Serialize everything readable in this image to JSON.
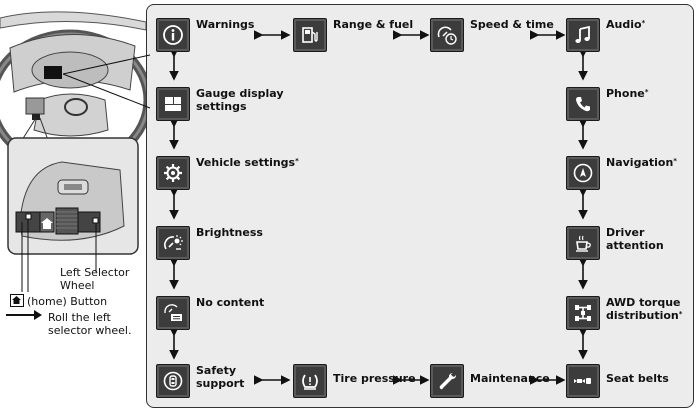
{
  "nodes": {
    "warnings": {
      "label": "Warnings",
      "icon": "info-icon"
    },
    "range_fuel": {
      "label": "Range & fuel",
      "icon": "fuel-pump-icon"
    },
    "speed_time": {
      "label": "Speed & time",
      "icon": "speedometer-clock-icon"
    },
    "audio": {
      "label": "Audio",
      "sup": "*",
      "icon": "music-note-icon"
    },
    "gauge_display": {
      "label1": "Gauge display",
      "label2": "settings",
      "icon": "gauge-layout-icon"
    },
    "phone": {
      "label": "Phone",
      "sup": "*",
      "icon": "phone-icon"
    },
    "vehicle_settings": {
      "label": "Vehicle settings",
      "sup": "*",
      "icon": "gear-icon"
    },
    "navigation": {
      "label": "Navigation",
      "sup": "*",
      "icon": "compass-icon"
    },
    "brightness": {
      "label": "Brightness",
      "icon": "brightness-icon"
    },
    "driver_attention": {
      "label1": "Driver",
      "label2": "attention",
      "icon": "coffee-cup-icon"
    },
    "no_content": {
      "label": "No content",
      "icon": "no-content-icon"
    },
    "awd_torque": {
      "label1": "AWD torque",
      "label2": "distribution",
      "sup": "*",
      "icon": "awd-drivetrain-icon"
    },
    "safety_support": {
      "label1": "Safety",
      "label2": "support",
      "icon": "safety-car-icon"
    },
    "tire_pressure": {
      "label": "Tire pressure",
      "icon": "tire-pressure-icon"
    },
    "maintenance": {
      "label": "Maintenance",
      "icon": "wrench-icon"
    },
    "seat_belts": {
      "label": "Seat belts",
      "icon": "seat-belt-icon"
    }
  },
  "legend": {
    "selector_wheel_line1": "Left Selector",
    "selector_wheel_line2": "Wheel",
    "home_button": "(home) Button",
    "roll_line1": "Roll the left",
    "roll_line2": "selector wheel."
  },
  "colors": {
    "icon_bg": "#3c3c3c",
    "panel_bg": "#ececec",
    "outline": "#333333"
  }
}
